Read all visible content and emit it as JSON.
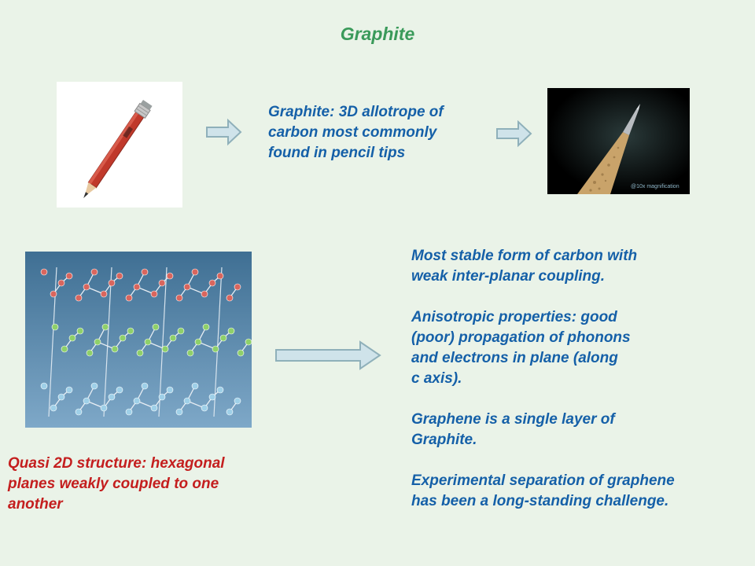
{
  "slide": {
    "title": "Graphite",
    "pencil_caption": [
      "Graphite: 3D allotrope of",
      "carbon most commonly",
      "found in pencil tips"
    ],
    "structure_caption": [
      "Quasi 2D structure: hexagonal",
      "planes weakly coupled to one",
      "another"
    ],
    "properties": [
      [
        "Most stable form of carbon with",
        "weak inter-planar coupling."
      ],
      [
        "Anisotropic properties: good",
        "(poor) propagation of phonons",
        "and electrons in plane (along",
        "c axis)."
      ],
      [
        "Graphene is a single layer of",
        "Graphite."
      ],
      [
        "Experimental separation of graphene",
        "has been a long-standing challenge."
      ]
    ],
    "magnification_label": "@10x magnification"
  },
  "colors": {
    "title": "#3a9a5a",
    "blue_text": "#1560a8",
    "red_text": "#c41e1e",
    "arrow_fill": "#cfe3ea",
    "arrow_stroke": "#8fb0ba",
    "background": "#eaf3e8"
  }
}
